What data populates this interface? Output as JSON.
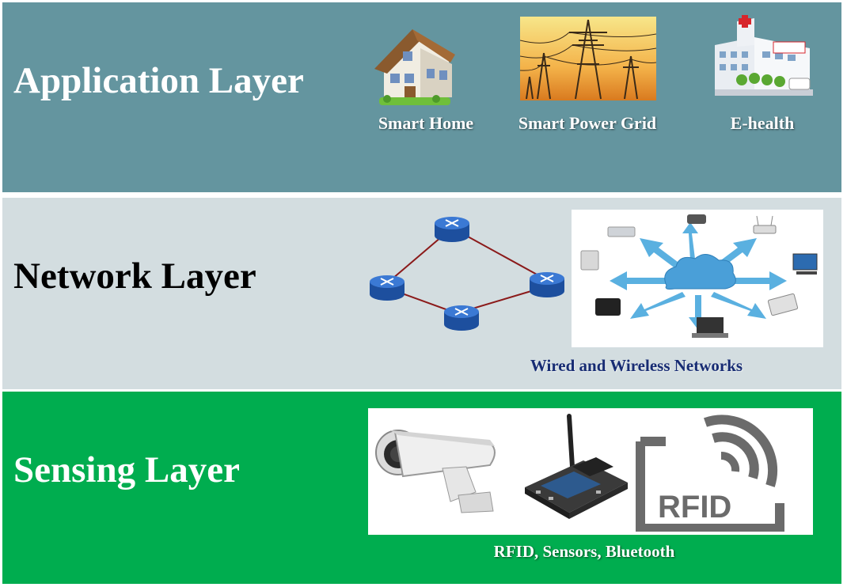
{
  "application_layer": {
    "title": "Application Layer",
    "items": [
      {
        "label": "Smart Home",
        "icon": "house-icon"
      },
      {
        "label": "Smart Power Grid",
        "icon": "power-tower-icon"
      },
      {
        "label": "E-health",
        "icon": "hospital-icon"
      }
    ]
  },
  "network_layer": {
    "title": "Network Layer",
    "caption": "Wired and Wireless Networks",
    "icons": [
      "router-icon",
      "cloud-icon",
      "laptop-icon",
      "tablet-icon",
      "printer-icon"
    ]
  },
  "sensing_layer": {
    "title": "Sensing Layer",
    "caption": "RFID, Sensors, Bluetooth",
    "rfid_text": "RFID",
    "icons": [
      "security-camera-icon",
      "sensor-board-icon",
      "rfid-icon"
    ]
  },
  "colors": {
    "application_bg": "#64959f",
    "network_bg": "#d3dde0",
    "sensing_bg": "#00ad4f",
    "caption_network": "#172c73"
  }
}
